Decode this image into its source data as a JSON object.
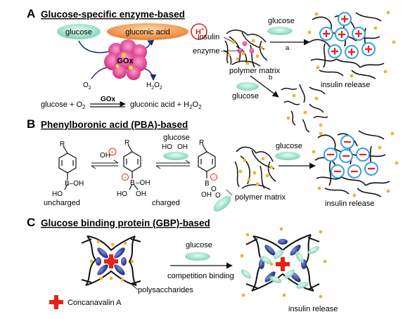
{
  "sections": {
    "A": {
      "letter": "A",
      "title": "Glucose-specific enzyme-based"
    },
    "B": {
      "letter": "B",
      "title": "Phenylboronic acid (PBA)-based"
    },
    "C": {
      "letter": "C",
      "title": "Glucose binding protein (GBP)-based"
    }
  },
  "a": {
    "glucose_pill": "glucose",
    "gluconic_pill": "gluconic acid",
    "hplus": "H",
    "hplus_sup": "+",
    "enzyme_label": "GOx",
    "o2": "O",
    "o2_sub": "2",
    "h2o2": "H",
    "h2o2_sub1": "2",
    "h2o2_o": "O",
    "h2o2_sub2": "2",
    "eq_left": "glucose + O",
    "eq_left_sub": "2",
    "eq_arrow_label": "GOx",
    "eq_right": "gluconic acid + H",
    "eq_right_sub1": "2",
    "eq_right_o": "O",
    "eq_right_sub2": "2",
    "insulin": "insulin",
    "enzyme": "enzyme",
    "polymer_matrix": "polymer matrix",
    "arrow_glucose": "glucose",
    "path_a": "a",
    "path_b": "b",
    "glucose_b": "glucose",
    "insulin_release": "insulin release"
  },
  "b": {
    "r1": "R",
    "r2": "R",
    "r3": "R",
    "boh1": "B–OH",
    "ho1": "HO",
    "oh_minus": "OH",
    "minus": "−",
    "b2": "B",
    "oh2a": "–OH",
    "ho2": "HO",
    "oh2b": "OH",
    "oh2c": "OH",
    "glucose_top": "glucose",
    "ho_top": "HO",
    "oh_top": "OH",
    "b3": "B",
    "o3": "O",
    "o3b": "O",
    "uncharged": "uncharged",
    "charged": "charged",
    "polymer_matrix": "polymer matrix",
    "arrow_glucose": "glucose",
    "insulin_release": "insulin release"
  },
  "c": {
    "arrow_glucose": "glucose",
    "competition": "competition binding",
    "polysaccharides": "polysaccharides",
    "concanavalin": "Concanavalin A",
    "insulin_release": "insulin release"
  },
  "colors": {
    "glucose_teal": "#9ee0cc",
    "gluconic_orange": "#f08a3a",
    "charge_red": "#e2231a",
    "charge_ring": "#3aa0d8",
    "insulin_dot": "#f2b233",
    "gox_pink": "#e8438f",
    "conA_red": "#e2231a",
    "lectin_blue": "#1a237e"
  }
}
